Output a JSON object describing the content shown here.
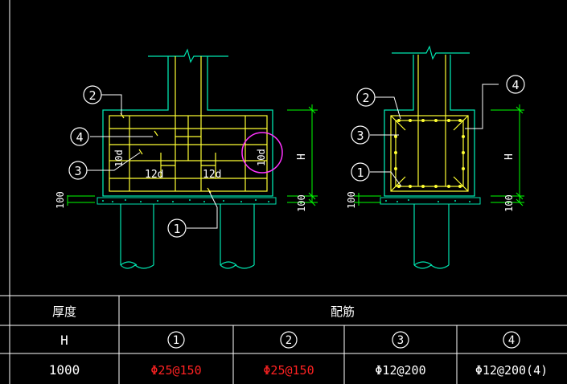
{
  "colors": {
    "background": "#000000",
    "outline": "#00e5b0",
    "rebar": "#ffff33",
    "leader": "#ffffff",
    "dimension": "#00ff00",
    "highlight": "#ff33ff",
    "table_line": "#ffffff",
    "red_value": "#ff2222"
  },
  "left_detail": {
    "markers": [
      "2",
      "4",
      "3",
      "1"
    ],
    "texts": {
      "d10_a": "10d",
      "d10_b": "10d",
      "d12_a": "12d",
      "d12_b": "12d",
      "d100": "100"
    }
  },
  "right_detail": {
    "markers": [
      "2",
      "4",
      "3",
      "1"
    ],
    "texts": {
      "h": "H",
      "d100_a": "100",
      "h2": "H",
      "d100_b": "100"
    }
  },
  "table": {
    "header_thickness": "厚度",
    "header_reinforcement": "配筋",
    "sub_h": "H",
    "sub_markers": [
      "1",
      "2",
      "3",
      "4"
    ],
    "value_thickness": "1000",
    "values": [
      "Φ25@150",
      "Φ25@150",
      "Φ12@200",
      "Φ12@200(4)"
    ],
    "value_colors": [
      "red",
      "red",
      "white",
      "white"
    ]
  }
}
